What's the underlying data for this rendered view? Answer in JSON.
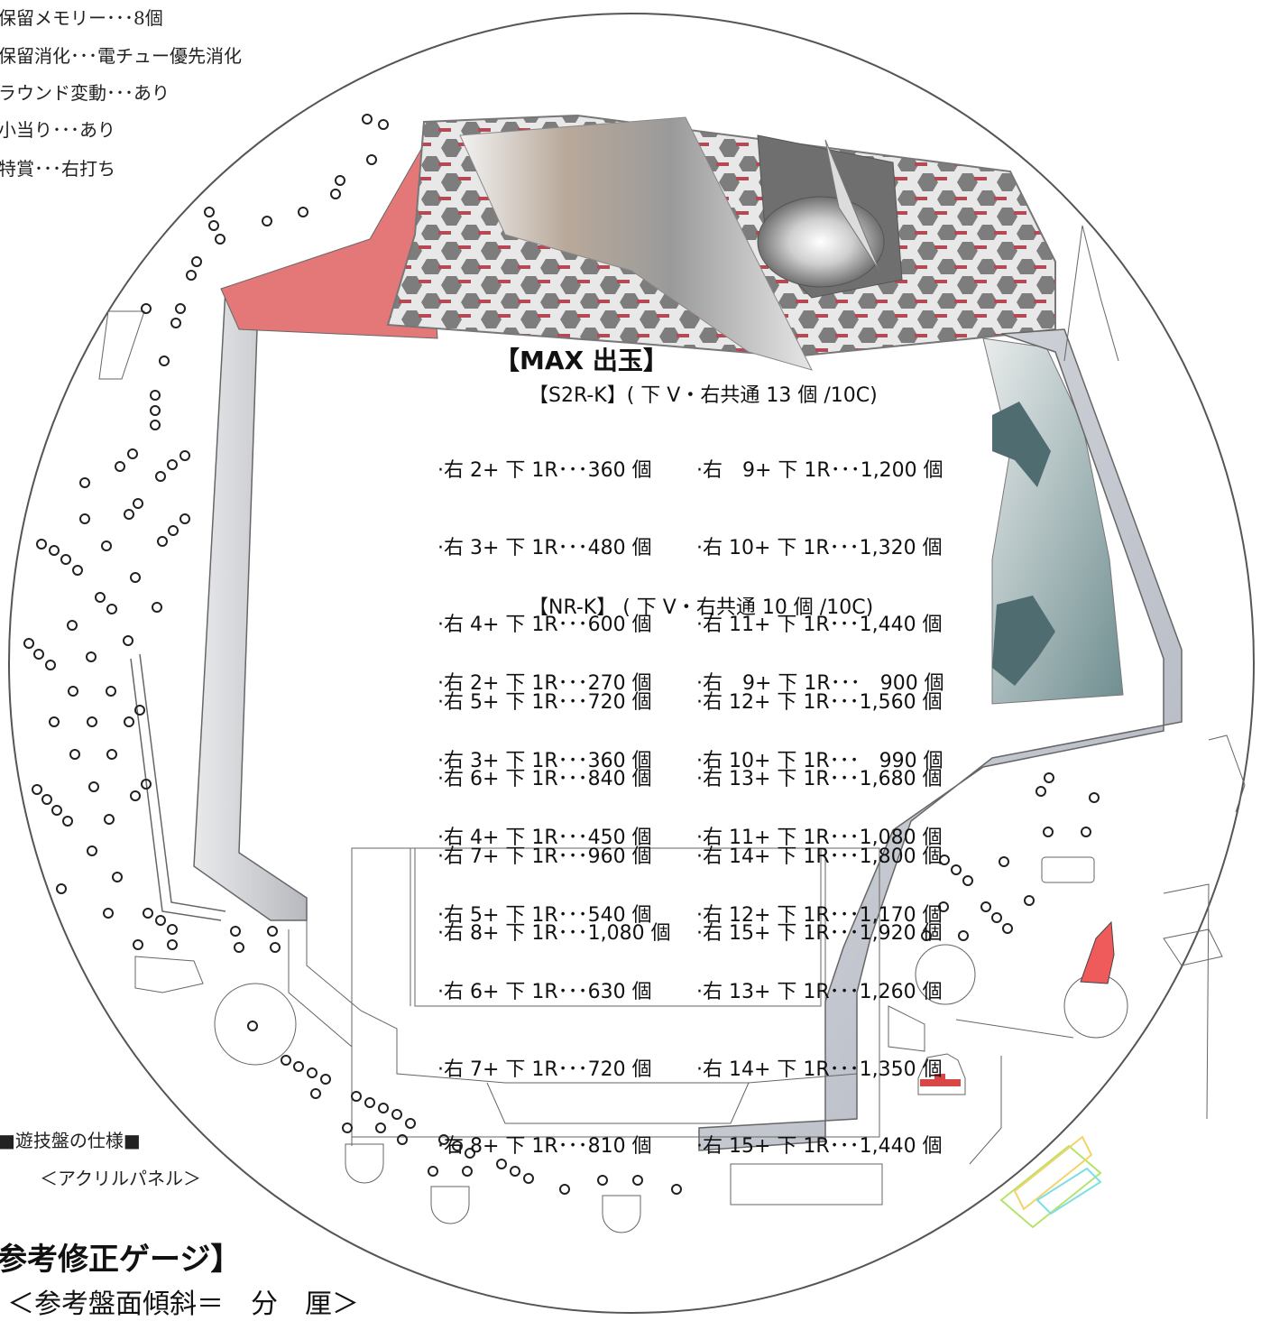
{
  "spec_lines": [
    "保留メモリー･･･8個",
    "保留消化･･･電チュー優先消化",
    "ラウンド変動･･･あり",
    "小当り･･･あり",
    "特賞･･･右打ち"
  ],
  "board_spec_title": "■遊技盤の仕様■",
  "acrylic_label": "＜アクリルパネル＞",
  "gauge_title": "参考修正ゲージ】",
  "tilt_label": "＜参考盤面傾斜＝　分　厘＞",
  "max_title": "【MAX 出玉】",
  "s2r": {
    "header": "【S2R-K】( 下 V・右共通 13 個 /10C)",
    "left": [
      "·右 2+ 下 1R･･･360 個",
      "·右 3+ 下 1R･･･480 個",
      "·右 4+ 下 1R･･･600 個",
      "·右 5+ 下 1R･･･720 個",
      "·右 6+ 下 1R･･･840 個",
      "·右 7+ 下 1R･･･960 個",
      "·右 8+ 下 1R･･･1,080 個"
    ],
    "right": [
      "·右　9+ 下 1R･･･1,200 個",
      "·右 10+ 下 1R･･･1,320 個",
      "·右 11+ 下 1R･･･1,440 個",
      "·右 12+ 下 1R･･･1,560 個",
      "·右 13+ 下 1R･･･1,680 個",
      "·右 14+ 下 1R･･･1,800 個",
      "·右 15+ 下 1R･･･1,920 個"
    ]
  },
  "nr": {
    "header": "【NR-K】 ( 下 V・右共通 10 個 /10C)",
    "left": [
      "·右 2+ 下 1R･･･270 個",
      "·右 3+ 下 1R･･･360 個",
      "·右 4+ 下 1R･･･450 個",
      "·右 5+ 下 1R･･･540 個",
      "·右 6+ 下 1R･･･630 個",
      "·右 7+ 下 1R･･･720 個",
      "·右 8+ 下 1R･･･810 個"
    ],
    "right": [
      "·右　9+ 下 1R･･･　900 個",
      "·右 10+ 下 1R･･･　990 個",
      "·右 11+ 下 1R･･･1,080 個",
      "·右 12+ 下 1R･･･1,170 個",
      "·右 13+ 下 1R･･･1,260 個",
      "·右 14+ 下 1R･･･1,350 個",
      "·右 15+ 下 1R･･･1,440 個"
    ]
  },
  "colors": {
    "outline": "#666666",
    "rail_gray": "#c9ccd3",
    "red_accent": "#e06a6a",
    "hex_gray": "#7a7a7a",
    "teal": "#5d7f82"
  }
}
